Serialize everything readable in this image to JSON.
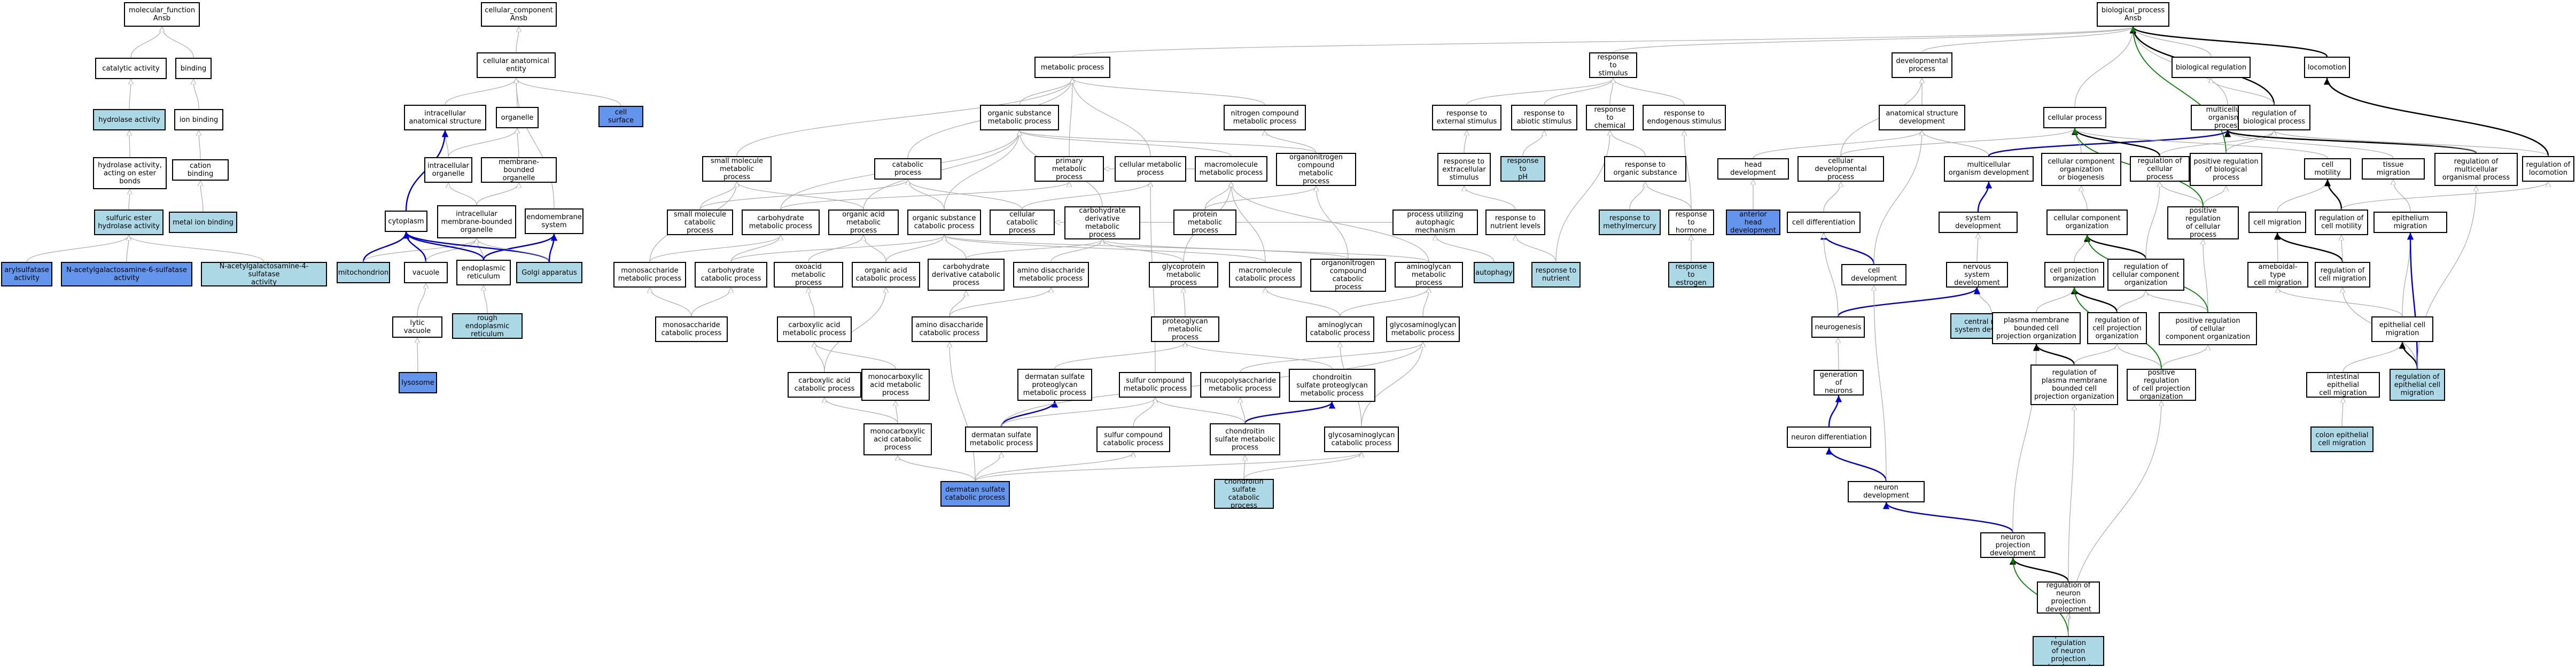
{
  "nodes": {
    "mf": "molecular_function\nAnsb",
    "cc": "cellular_component\nAnsb",
    "bp": "biological_process\nAnsb",
    "cat_act": "catalytic activity",
    "binding": "binding",
    "hydrolase": "hydrolase activity",
    "ion_binding": "ion binding",
    "hydro_ester": "hydrolase activity,\nacting on ester\nbonds",
    "cation_binding": "cation binding",
    "sulfuric": "sulfuric ester\nhydrolase activity",
    "metal_ion": "metal ion binding",
    "arylsulf": "arylsulfatase\nactivity",
    "nag6": "N-acetylgalactosamine-6-sulfatase\nactivity",
    "nag4": "N-acetylgalactosamine-4-sulfatase\nactivity",
    "cae": "cellular anatomical\nentity",
    "cell_surface": "cell surface",
    "ias": "intracellular\nanatomical structure",
    "organelle": "organelle",
    "intra_org": "intracellular\norganelle",
    "mbo": "membrane-bounded\norganelle",
    "cytoplasm": "cytoplasm",
    "imbo": "intracellular\nmembrane-bounded\norganelle",
    "endomem": "endomembrane\nsystem",
    "mito": "mitochondrion",
    "vacuole": "vacuole",
    "er": "endoplasmic\nreticulum",
    "golgi": "Golgi apparatus",
    "lytic": "lytic vacuole",
    "rough_er": "rough endoplasmic\nreticulum",
    "lysosome": "lysosome",
    "met_proc": "metabolic process",
    "osm": "organic substance\nmetabolic process",
    "ncm": "nitrogen compound\nmetabolic process",
    "smm": "small molecule\nmetabolic process",
    "catabolic": "catabolic process",
    "primary": "primary metabolic\nprocess",
    "cellmet": "cellular metabolic\nprocess",
    "macromet": "macromolecule\nmetabolic process",
    "onm": "organonitrogen\ncompound metabolic\nprocess",
    "smc": "small molecule\ncatabolic process",
    "carbo_met": "carbohydrate\nmetabolic process",
    "oam": "organic acid\nmetabolic process",
    "osc": "organic substance\ncatabolic process",
    "cellcat": "cellular catabolic\nprocess",
    "cdm": "carbohydrate\nderivative metabolic\nprocess",
    "protmet": "protein metabolic\nprocess",
    "pua": "process utilizing\nautophagic mechanism",
    "monosac_met": "monosaccharide\nmetabolic process",
    "carbo_cat": "carbohydrate\ncatabolic process",
    "oxo": "oxoacid metabolic\nprocess",
    "oac": "organic acid\ncatabolic process",
    "cdc": "carbohydrate\nderivative catabolic\nprocess",
    "ads_met": "amino disaccharide\nmetabolic process",
    "glycoprot": "glycoprotein\nmetabolic process",
    "macrocat": "macromolecule\ncatabolic process",
    "onc": "organonitrogen\ncompound catabolic\nprocess",
    "aminogly_met": "aminoglycan\nmetabolic process",
    "autophagy": "autophagy",
    "monosac_cat": "monosaccharide\ncatabolic process",
    "carbox_met": "carboxylic acid\nmetabolic process",
    "ads_cat": "amino disaccharide\ncatabolic process",
    "proteoglycan": "proteoglycan\nmetabolic process",
    "aminogly_cat": "aminoglycan\ncatabolic process",
    "gag_met": "glycosaminoglycan\nmetabolic process",
    "carbox_cat": "carboxylic acid\ncatabolic process",
    "monocarbox_met": "monocarboxylic\nacid metabolic\nprocess",
    "dspm": "dermatan sulfate\nproteoglycan\nmetabolic process",
    "sulfur_met": "sulfur compound\nmetabolic process",
    "mucopoly": "mucopolysaccharide\nmetabolic process",
    "cspm": "chondroitin\nsulfate proteoglycan\nmetabolic process",
    "monocarbox_cat": "monocarboxylic\nacid catabolic\nprocess",
    "ds_met": "dermatan sulfate\nmetabolic process",
    "sulfur_cat": "sulfur compound\ncatabolic process",
    "cs_met": "chondroitin\nsulfate metabolic\nprocess",
    "gag_cat": "glycosaminoglycan\ncatabolic process",
    "ds_cat": "dermatan sulfate\ncatabolic process",
    "cs_cat": "chondroitin\nsulfate catabolic\nprocess",
    "resp_stim": "response to\nstimulus",
    "dev_proc": "developmental\nprocess",
    "resp_ext": "response to\nexternal stimulus",
    "resp_abio": "response to\nabiotic stimulus",
    "resp_chem": "response to\nchemical",
    "resp_endo": "response to\nendogenous stimulus",
    "resp_extra": "response to\nextracellular\nstimulus",
    "resp_ph": "response to\npH",
    "resp_org": "response to\norganic substance",
    "resp_nut": "response to\nnutrient levels",
    "resp_nutrient": "response to\nnutrient",
    "resp_methyl": "response to\nmethylmercury",
    "resp_horm": "response to\nhormone",
    "resp_estr": "response to\nestrogen",
    "asd": "anatomical structure\ndevelopment",
    "head_dev": "head development",
    "ahd": "anterior head\ndevelopment",
    "cell_dev_proc": "cellular developmental\nprocess",
    "mod": "multicellular\norganism development",
    "cell_diff": "cell differentiation",
    "sys_dev": "system development",
    "cell_dev": "cell development",
    "nsd": "nervous system\ndevelopment",
    "cnsd": "central nervous\nsystem development",
    "neurogen": "neurogenesis",
    "gen_neur": "generation of\nneurons",
    "neur_diff": "neuron differentiation",
    "neur_dev": "neuron development",
    "npd": "neuron projection\ndevelopment",
    "reg_npd": "regulation of\nneuron projection\ndevelopment",
    "preg_npd": "positive regulation\nof neuron projection\ndevelopment",
    "cell_proc": "cellular process",
    "bio_reg": "biological regulation",
    "locomotion": "locomotion",
    "multi_org_proc": "multicellular\norganismal process",
    "reg_bp": "regulation of\nbiological process",
    "ccob": "cellular component\norganization\nor biogenesis",
    "reg_cp": "regulation of\ncellular process",
    "preg_bp": "positive regulation\nof biological\nprocess",
    "cell_mot": "cell motility",
    "tissue_mig": "tissue migration",
    "reg_mop": "regulation of\nmulticellular\norganismal process",
    "reg_loc": "regulation of\nlocomotion",
    "cco": "cellular component\norganization",
    "preg_cp": "positive regulation\nof cellular\nprocess",
    "cell_mig": "cell migration",
    "reg_cm": "regulation of\ncell motility",
    "epi_mig": "epithelium migration",
    "cpo": "cell projection\norganization",
    "reg_cco": "regulation of\ncellular component\norganization",
    "amoeboid": "ameboidal-type\ncell migration",
    "reg_cmig": "regulation of\ncell migration",
    "preg_cco": "positive regulation\nof cellular\ncomponent organization",
    "pmbcpo": "plasma membrane\nbounded cell\nprojection organization",
    "reg_cpo": "regulation of\ncell projection\norganization",
    "epi_cm": "epithelial cell\nmigration",
    "reg_pmbcpo": "regulation of\nplasma membrane\nbounded cell\nprojection organization",
    "preg_cpo": "positive regulation\nof cell projection\norganization",
    "intest": "intestinal epithelial\ncell migration",
    "reg_epi": "regulation of\nepithelial cell\nmigration",
    "colon": "colon epithelial\ncell migration"
  },
  "colors": {
    "highlight_light": "#add8e6",
    "highlight_dark": "#6495ed",
    "edge_is_a": "#000000",
    "edge_part_of": "#0000cc",
    "edge_positively_regulates": "#008000",
    "edge_other": "#aaaaaa"
  }
}
